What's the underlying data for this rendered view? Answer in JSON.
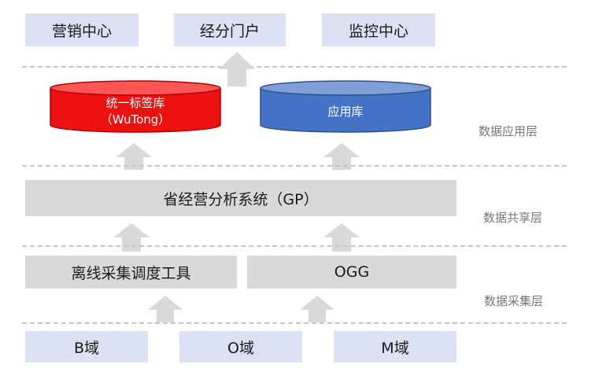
{
  "top_portals": [
    "营销中心",
    "经分门户",
    "监控中心"
  ],
  "databases": {
    "tag_db": {
      "line1": "统一标签库",
      "line2": "（WuTong）",
      "color": "#ee1111"
    },
    "app_db": {
      "label": "应用库",
      "color": "#4472c4"
    }
  },
  "gp_system": "省经营分析系统（GP）",
  "collection_tools": [
    "离线采集调度工具",
    "OGG"
  ],
  "sources": [
    "B域",
    "O域",
    "M域"
  ],
  "layers": {
    "application": "数据应用层",
    "shared": "数据共享层",
    "collection": "数据采集层"
  }
}
